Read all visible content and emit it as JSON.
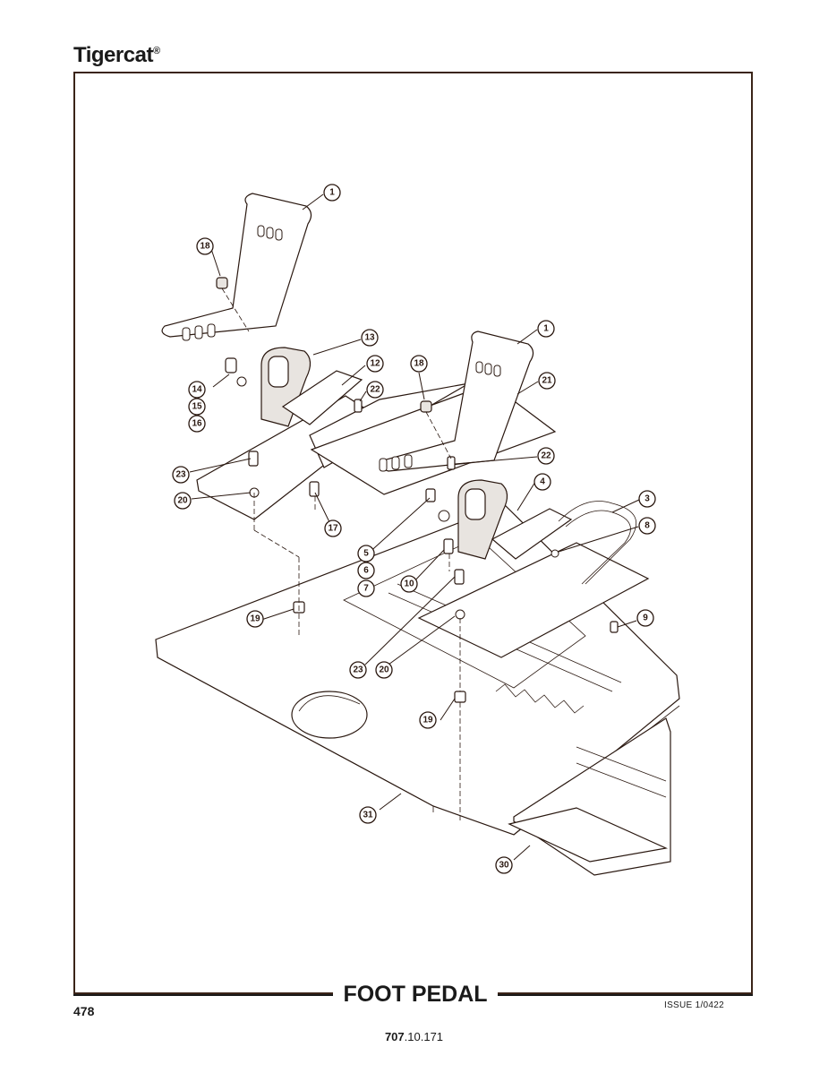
{
  "header": {
    "brand": "Tigercat",
    "brand_mark": "®"
  },
  "footer": {
    "page_title": "FOOT PEDAL",
    "page_number": "478",
    "issue": "ISSUE 1/0422",
    "doc_number_bold": "707",
    "doc_number_rest": ".10.171"
  },
  "callouts": [
    {
      "label": "1"
    },
    {
      "label": "18"
    },
    {
      "label": "13"
    },
    {
      "label": "12"
    },
    {
      "label": "22"
    },
    {
      "label": "14"
    },
    {
      "label": "15"
    },
    {
      "label": "16"
    },
    {
      "label": "18"
    },
    {
      "label": "1"
    },
    {
      "label": "21"
    },
    {
      "label": "23"
    },
    {
      "label": "20"
    },
    {
      "label": "17"
    },
    {
      "label": "22"
    },
    {
      "label": "4"
    },
    {
      "label": "3"
    },
    {
      "label": "8"
    },
    {
      "label": "5"
    },
    {
      "label": "6"
    },
    {
      "label": "7"
    },
    {
      "label": "10"
    },
    {
      "label": "19"
    },
    {
      "label": "9"
    },
    {
      "label": "23"
    },
    {
      "label": "20"
    },
    {
      "label": "19"
    },
    {
      "label": "31"
    },
    {
      "label": "30"
    }
  ]
}
